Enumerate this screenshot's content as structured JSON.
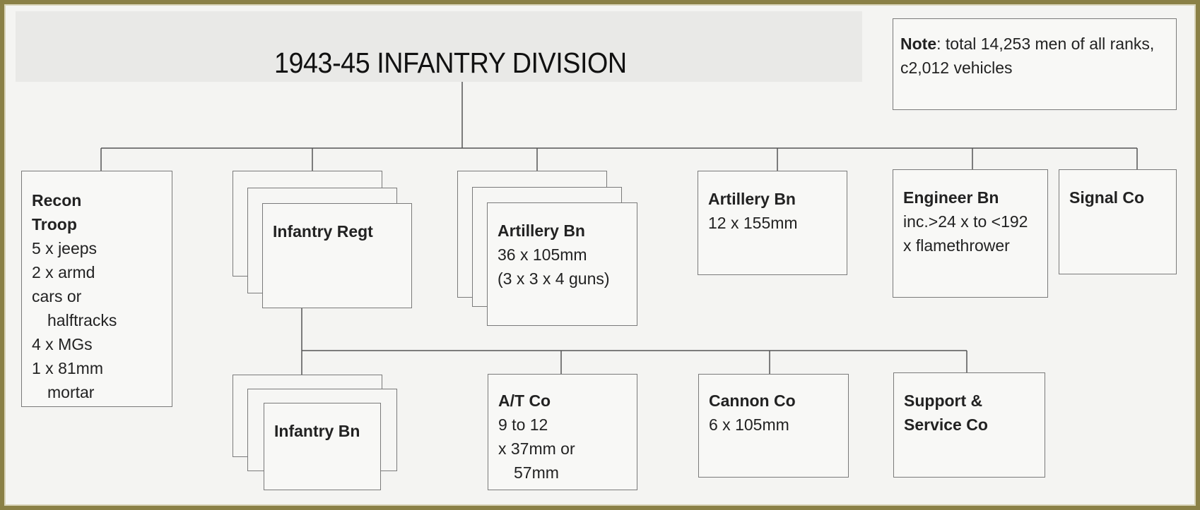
{
  "title": "1943-45 INFANTRY DIVISION",
  "note": {
    "label": "Note",
    "text": ": total 14,253 men of all ranks, c2,012 vehicles"
  },
  "units": {
    "recon": {
      "name_1": "Recon",
      "name_2": "Troop",
      "lines": [
        "5 x jeeps",
        "2 x armd",
        "cars or",
        "halftracks",
        "4 x MGs",
        "1 x 81mm",
        "mortar"
      ]
    },
    "inf_regt": {
      "name": "Infantry Regt"
    },
    "artillery_105": {
      "name": "Artillery Bn",
      "lines": [
        "36 x 105mm",
        "(3 x 3 x 4 guns)"
      ]
    },
    "artillery_155": {
      "name": "Artillery Bn",
      "lines": [
        "12 x 155mm"
      ]
    },
    "engineer": {
      "name": "Engineer Bn",
      "lines": [
        "inc.>24 x to <192",
        "x flamethrower"
      ]
    },
    "signal": {
      "name": "Signal Co"
    },
    "inf_bn": {
      "name": "Infantry Bn"
    },
    "at": {
      "name": "A/T Co",
      "lines": [
        "9 to 12",
        "x 37mm or",
        "57mm"
      ]
    },
    "cannon": {
      "name": "Cannon Co",
      "lines": [
        "6 x 105mm"
      ]
    },
    "support": {
      "name_1": "Support &",
      "name_2": "Service Co"
    }
  }
}
